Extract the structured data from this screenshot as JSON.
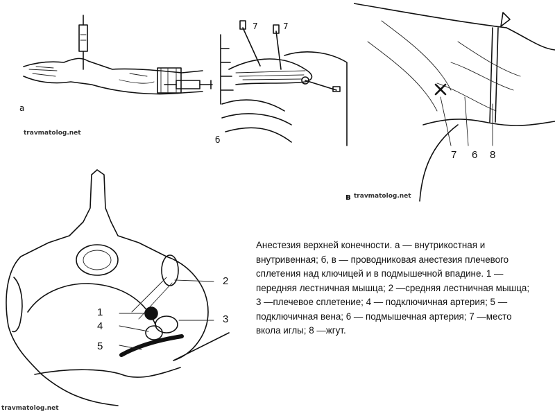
{
  "panels": {
    "a": {
      "letter": "а",
      "watermark": "travmatolog.net"
    },
    "b": {
      "letter": "б",
      "labels": [
        "7",
        "7"
      ]
    },
    "c": {
      "letter": "в",
      "watermark": "travmatolog.net",
      "labels": [
        "7",
        "6",
        "8"
      ]
    },
    "d": {
      "watermark": "travmatolog.net",
      "labels": [
        "1",
        "2",
        "3",
        "4",
        "5"
      ]
    }
  },
  "caption": "Анестезия верхней конечности. а — внутрикостная и внутривенная; б, в — проводниковая анестезия плечевого сплетения над ключицей и в подмышечной впадине. 1 — передняя лестничная мышца; 2 —средняя лестничная мышца; 3 —плечевое сплетение; 4 — подключичная артерия; 5 — подключичная вена; 6 — подмышечная артерия; 7 —место вкола иглы; 8 —жгут."
}
